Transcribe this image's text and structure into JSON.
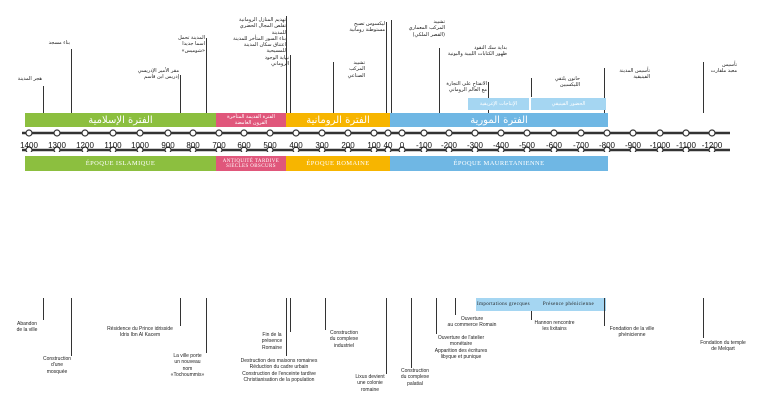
{
  "timeline": {
    "years": [
      "1400",
      "1300",
      "1200",
      "1100",
      "1000",
      "900",
      "800",
      "700",
      "600",
      "500",
      "400",
      "300",
      "200",
      "100",
      "40",
      "0",
      "-100",
      "-200",
      "-300",
      "-400",
      "-500",
      "-600",
      "-700",
      "-800",
      "-900",
      "-1000",
      "-1100",
      "-1200"
    ],
    "tick_positions_note": "",
    "colors": {
      "islamic": "#8cbf3f",
      "late_antiquity": "#e0577b",
      "roman": "#f7b500",
      "mauretanian": "#6fb7e4",
      "sub_band": "#a5d6f2",
      "axis": "#333333"
    }
  },
  "periods": {
    "islamic_ar": "الفترة الإسلامية",
    "late_antiquity_ar": "الفترة القديمة المتأخرة\nالقرون الغامضة",
    "roman_ar": "الفترة الرومانية",
    "mauretanian_ar": "الفترة المورية",
    "islamic_fr": "ÉPOQUE ISLAMIQUE",
    "late_antiquity_fr": "ANTIQUITÉ TARDIVE\nSIÈCLES OBSCURS",
    "roman_fr": "ÉPOQUE ROMAINE",
    "mauretanian_fr": "ÉPOQUE MAURETANIENNE",
    "imports_ar": "الإنتاجات الإغريقية",
    "phoenician_ar": "الحضور الفينيقي",
    "imports_fr": "Importations grecques",
    "phoenician_fr": "Présence phénicienne"
  },
  "events_ar": [
    {
      "key": "a1",
      "text": "هجر المدينة"
    },
    {
      "key": "a2",
      "text": "بناء مسجد"
    },
    {
      "key": "a3",
      "text": "مقر الأمير الإدريسي\nإدريس ابن قاسم"
    },
    {
      "key": "a4",
      "text": "المدينة تحمل\nاسما جديدا\n«شوميس»"
    },
    {
      "key": "a5",
      "text": "نهاية الوجود\nالروماني"
    },
    {
      "key": "a6",
      "text": "تهديم المنازل الرومانية\nتقلص المجال الحضري للمدينة\nبناء السور المتأخر للمدينة\nاعتناق سكان المدينة للمسيحية"
    },
    {
      "key": "a7",
      "text": "تشييد\nالمركب\nالصناعي"
    },
    {
      "key": "a8",
      "text": "ليكسوس تصبح\nمستوطنة رومانية"
    },
    {
      "key": "a9",
      "text": "تشييد\nالمركب المعماري\n(القصر الملكي)"
    },
    {
      "key": "a10",
      "text": "بداية سك النقود\nظهور الكتابات الليبية والبونية"
    },
    {
      "key": "a11",
      "text": "الانفتاح على التجارة\nمع العالم الروماني"
    },
    {
      "key": "a12",
      "text": "حانون يلتقي\nالليكسيين"
    },
    {
      "key": "a13",
      "text": "تأسيس المدينة\nالفينيقية"
    },
    {
      "key": "a14",
      "text": "تأسيس\nمعبد ملقارت"
    }
  ],
  "events_fr": [
    {
      "key": "f1",
      "text": "Abandon\nde la ville"
    },
    {
      "key": "f2",
      "text": "Construction\nd'une mosquée"
    },
    {
      "key": "f3",
      "text": "Résidence du Prince idrisside\nIdris Ibn Al Kacem"
    },
    {
      "key": "f4",
      "text": "La ville porte\nun nouveau nom\n«Tochoummis»"
    },
    {
      "key": "f5",
      "text": "Fin de la\nprésence\nRomaine"
    },
    {
      "key": "f6",
      "text": "Destruction des maisons romaines\nRéduction du cadre urbain\nConstruction de l'enceinte tardive\nChristianisation de la population"
    },
    {
      "key": "f7",
      "text": "Construction\ndu complexe\nindustriel"
    },
    {
      "key": "f8",
      "text": "Lixus devient\nune colonie romaine"
    },
    {
      "key": "f9",
      "text": "Construction\ndu complexe\npalatial"
    },
    {
      "key": "f10",
      "text": "Ouverture de l'atelier\nmonétaire\nApparition des écritures\nlibyque et punique"
    },
    {
      "key": "f11",
      "text": "Ouverture\nau commerce Romain"
    },
    {
      "key": "f12",
      "text": "Hannon rencontre\nles lixitains"
    },
    {
      "key": "f13",
      "text": "Fondation de la ville\nphénicienne"
    },
    {
      "key": "f14",
      "text": "Fondation du temple\nde Melqart"
    }
  ]
}
